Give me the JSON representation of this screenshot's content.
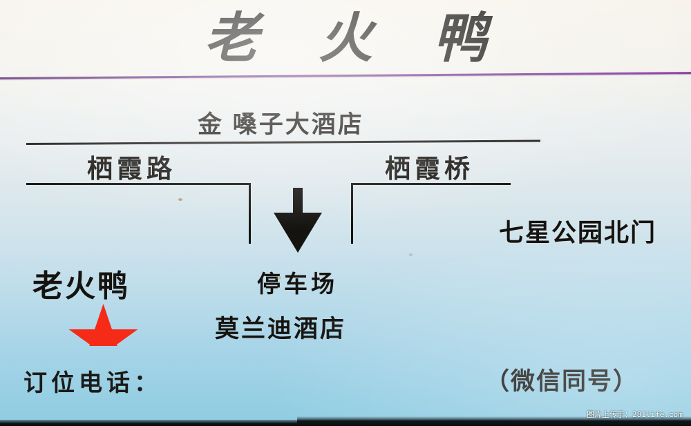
{
  "card": {
    "title": "老 火 鸭",
    "background_top_color": "#f7f3ec",
    "background_bottom_color": "#8fcce2",
    "divider_color": "#6d2f86",
    "ink_color": "#15130f",
    "star_color": "#f52a17"
  },
  "map": {
    "labels": {
      "jinsangzi_hotel": "金 嗓子大酒店",
      "qixia_road": "栖霞路",
      "qixia_bridge": "栖霞桥",
      "park_north_gate": "七星公园北门",
      "parking_lot": "停车场",
      "morandi_hotel": "莫兰迪酒店",
      "shop_marker": "老火鸭"
    },
    "arrow": "down-arrow-icon",
    "star": "red-star-marker-icon"
  },
  "footer": {
    "reservation_phone_label": "订位电话：",
    "wechat_note": "（微信同号）"
  },
  "watermark": {
    "text": "图片上传于：281life.com"
  }
}
